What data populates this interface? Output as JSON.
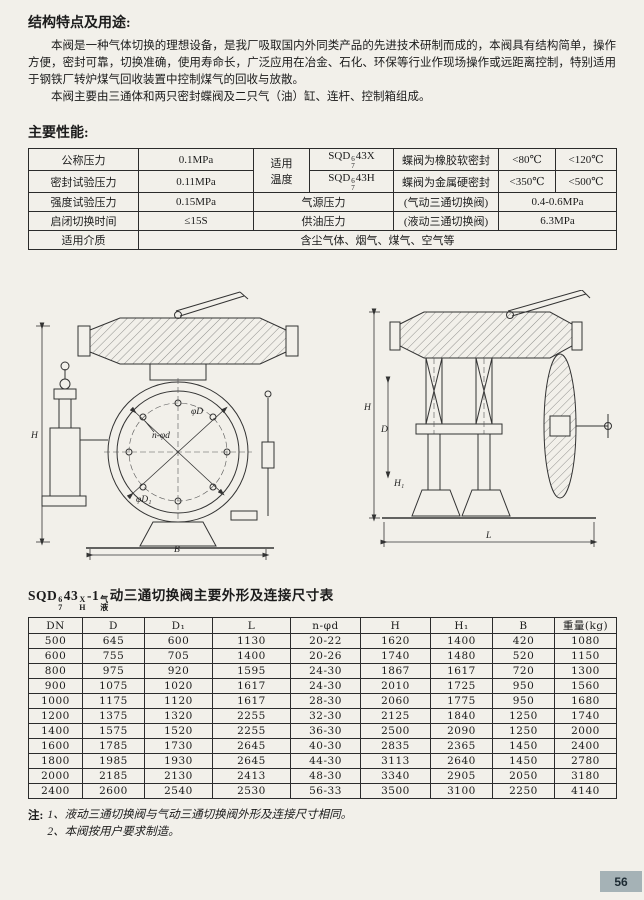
{
  "page": {
    "page_number": "56"
  },
  "features": {
    "heading": "结构特点及用途:",
    "para1": "本阀是一种气体切换的理想设备，是我厂吸取国内外同类产品的先进技术研制而成的，本阀具有结构简单，操作方便，密封可靠，切换准确，使用寿命长，广泛应用在冶金、石化、环保等行业作现场操作或远距离控制，特别适用于钢铁厂转炉煤气回收装置中控制煤气的回收与放散。",
    "para2": "本阀主要由三通体和两只密封蝶阀及二只气（油）缸、连杆、控制箱组成。"
  },
  "perf": {
    "heading": "主要性能:",
    "r1c1": "公称压力",
    "r1c2": "0.1MPa",
    "temp_label1": "适用",
    "temp_label2": "温度",
    "model_x_prefix": "SQD",
    "model_x_top": "6",
    "model_x_bottom": "7",
    "model_x_suffix": "43X",
    "r1c5": "蝶阀为橡胶软密封",
    "r1c6": "<80℃",
    "r1c7": "<120℃",
    "r2c1": "密封试验压力",
    "r2c2": "0.11MPa",
    "model_h_prefix": "SQD",
    "model_h_top": "6",
    "model_h_bottom": "7",
    "model_h_suffix": "43H",
    "r2c5": "蝶阀为金属硬密封",
    "r2c6": "<350℃",
    "r2c7": "<500℃",
    "r3c1": "强度试验压力",
    "r3c2": "0.15MPa",
    "r3c3": "气源压力",
    "r3c4": "(气动三通切换阀)",
    "r3c5": "0.4-0.6MPa",
    "r4c1": "启闭切换时间",
    "r4c2": "≤15S",
    "r4c3": "供油压力",
    "r4c4": "(液动三通切换阀)",
    "r4c5": "6.3MPa",
    "r5c1": "适用介质",
    "r5c2": "含尘气体、烟气、煤气、空气等"
  },
  "drawings": {
    "left": {
      "n_phi_d": "n-φd",
      "phi_d": "φD",
      "phi_d1": "φD₁",
      "h": "H",
      "b": "B"
    },
    "right": {
      "h": "H",
      "d": "D",
      "h1": "H₁",
      "l": "L"
    }
  },
  "dims_title": {
    "p1": "SQD",
    "s1_top": "6",
    "s1_bot": "7",
    "p2": "43",
    "s2_top": "X",
    "s2_bot": "H",
    "p3": "-1",
    "s3_top": "气",
    "s3_bot": "液",
    "p4": "动三通切换阀主要外形及连接尺寸表"
  },
  "dims_table": {
    "headers": [
      "DN",
      "D",
      "D₁",
      "L",
      "n-φd",
      "H",
      "H₁",
      "B",
      "重量(kg)"
    ],
    "rows": [
      [
        "500",
        "645",
        "600",
        "1130",
        "20-22",
        "1620",
        "1400",
        "420",
        "1080"
      ],
      [
        "600",
        "755",
        "705",
        "1400",
        "20-26",
        "1740",
        "1480",
        "520",
        "1150"
      ],
      [
        "800",
        "975",
        "920",
        "1595",
        "24-30",
        "1867",
        "1617",
        "720",
        "1300"
      ],
      [
        "900",
        "1075",
        "1020",
        "1617",
        "24-30",
        "2010",
        "1725",
        "950",
        "1560"
      ],
      [
        "1000",
        "1175",
        "1120",
        "1617",
        "28-30",
        "2060",
        "1775",
        "950",
        "1680"
      ],
      [
        "1200",
        "1375",
        "1320",
        "2255",
        "32-30",
        "2125",
        "1840",
        "1250",
        "1740"
      ],
      [
        "1400",
        "1575",
        "1520",
        "2255",
        "36-30",
        "2500",
        "2090",
        "1250",
        "2000"
      ],
      [
        "1600",
        "1785",
        "1730",
        "2645",
        "40-30",
        "2835",
        "2365",
        "1450",
        "2400"
      ],
      [
        "1800",
        "1985",
        "1930",
        "2645",
        "44-30",
        "3113",
        "2640",
        "1450",
        "2780"
      ],
      [
        "2000",
        "2185",
        "2130",
        "2413",
        "48-30",
        "3340",
        "2905",
        "2050",
        "3180"
      ],
      [
        "2400",
        "2600",
        "2540",
        "2530",
        "56-33",
        "3500",
        "3100",
        "2250",
        "4140"
      ]
    ]
  },
  "notes": {
    "label": "注:",
    "line1": "1、液动三通切换阀与气动三通切换阀外形及连接尺寸相同。",
    "line2": "2、本阀按用户要求制造。"
  }
}
